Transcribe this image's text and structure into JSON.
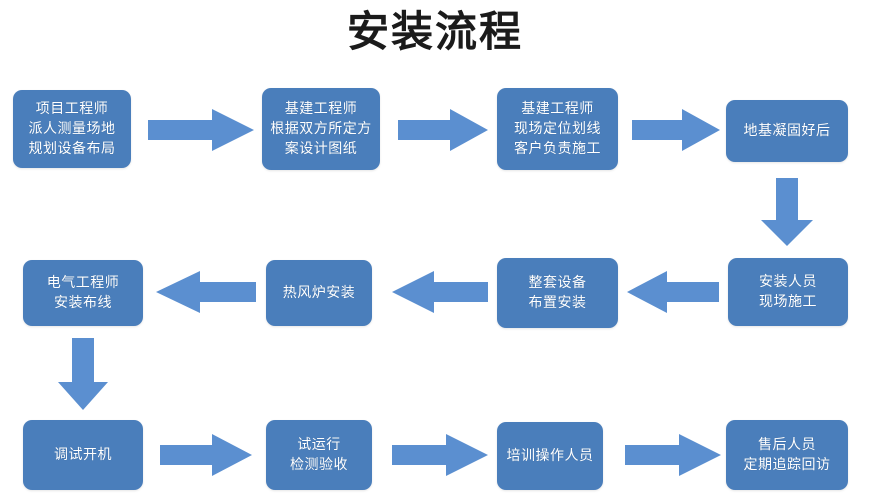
{
  "title": "安装流程",
  "theme": {
    "background": "#ffffff",
    "box_fill": "#4a7ebb",
    "box_text": "#ffffff",
    "arrow_fill": "#5b8fd0",
    "title_color": "#1b1b1b"
  },
  "chart_data": {
    "type": "diagram",
    "diagram_type": "flowchart",
    "title": "安装流程",
    "flow_direction": "serpentine (row1 left-to-right, row2 right-to-left, row3 left-to-right)",
    "node_count": 12,
    "connector_count": 11
  },
  "nodes": [
    {
      "id": "n1",
      "row": 1,
      "order": 1,
      "lines": [
        "项目工程师",
        "派人测量场地",
        "规划设备布局"
      ]
    },
    {
      "id": "n2",
      "row": 1,
      "order": 2,
      "lines": [
        "基建工程师",
        "根据双方所定方",
        "案设计图纸"
      ]
    },
    {
      "id": "n3",
      "row": 1,
      "order": 3,
      "lines": [
        "基建工程师",
        "现场定位划线",
        "客户负责施工"
      ]
    },
    {
      "id": "n4",
      "row": 1,
      "order": 4,
      "lines": [
        "地基凝固好后"
      ]
    },
    {
      "id": "n5",
      "row": 2,
      "order": 1,
      "lines": [
        "安装人员",
        "现场施工"
      ]
    },
    {
      "id": "n6",
      "row": 2,
      "order": 2,
      "lines": [
        "整套设备",
        "布置安装"
      ]
    },
    {
      "id": "n7",
      "row": 2,
      "order": 3,
      "lines": [
        "热风炉安装"
      ]
    },
    {
      "id": "n8",
      "row": 2,
      "order": 4,
      "lines": [
        "电气工程师",
        "安装布线"
      ]
    },
    {
      "id": "n9",
      "row": 3,
      "order": 1,
      "lines": [
        "调试开机"
      ]
    },
    {
      "id": "n10",
      "row": 3,
      "order": 2,
      "lines": [
        "试运行",
        "检测验收"
      ]
    },
    {
      "id": "n11",
      "row": 3,
      "order": 3,
      "lines": [
        "培训操作人员"
      ]
    },
    {
      "id": "n12",
      "row": 3,
      "order": 4,
      "lines": [
        "售后人员",
        "定期追踪回访"
      ]
    }
  ],
  "connectors": [
    {
      "id": "c1",
      "from": "n1",
      "to": "n2",
      "direction": "right"
    },
    {
      "id": "c2",
      "from": "n2",
      "to": "n3",
      "direction": "right"
    },
    {
      "id": "c3",
      "from": "n3",
      "to": "n4",
      "direction": "right"
    },
    {
      "id": "c4",
      "from": "n4",
      "to": "n5",
      "direction": "down"
    },
    {
      "id": "c5",
      "from": "n5",
      "to": "n6",
      "direction": "left"
    },
    {
      "id": "c6",
      "from": "n6",
      "to": "n7",
      "direction": "left"
    },
    {
      "id": "c7",
      "from": "n7",
      "to": "n8",
      "direction": "left"
    },
    {
      "id": "c8",
      "from": "n8",
      "to": "n9",
      "direction": "down"
    },
    {
      "id": "c9",
      "from": "n9",
      "to": "n10",
      "direction": "right"
    },
    {
      "id": "c10",
      "from": "n10",
      "to": "n11",
      "direction": "right"
    },
    {
      "id": "c11",
      "from": "n11",
      "to": "n12",
      "direction": "right"
    }
  ]
}
